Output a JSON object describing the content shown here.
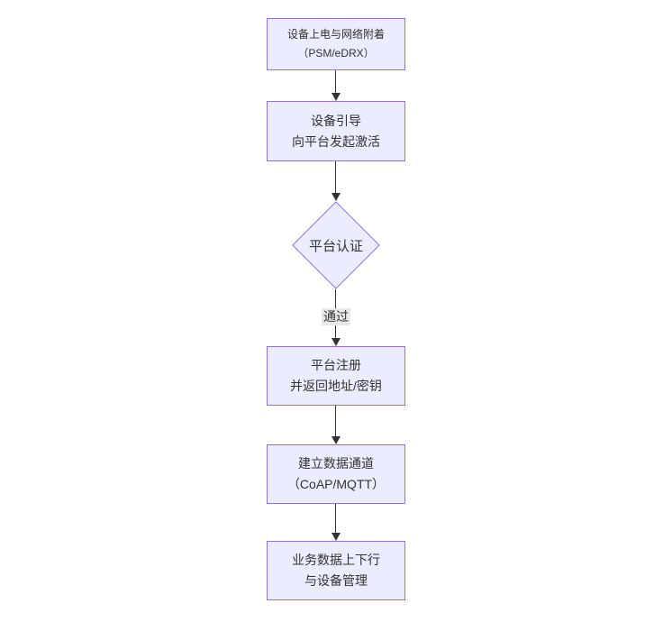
{
  "diagram": {
    "type": "flowchart-top-down",
    "colors": {
      "canvas_bg": "#ffffff",
      "node_fill": "#ececff",
      "node_border": "#9370db",
      "text_color": "#333333",
      "arrow_color": "#333333",
      "edge_label_bg": "#e8e8e8"
    },
    "nodes": [
      {
        "id": "power-attach",
        "shape": "rect",
        "lines": [
          "设备上电与网络附着",
          "（PSM/eDRX）"
        ]
      },
      {
        "id": "bootstrap",
        "shape": "rect",
        "lines": [
          "设备引导",
          "向平台发起激活"
        ]
      },
      {
        "id": "platform-auth",
        "shape": "diamond",
        "lines": [
          "平台认证"
        ]
      },
      {
        "id": "platform-register",
        "shape": "rect",
        "lines": [
          "平台注册",
          "并返回地址/密钥"
        ]
      },
      {
        "id": "data-channel",
        "shape": "rect",
        "lines": [
          "建立数据通道",
          "（CoAP/MQTT）"
        ]
      },
      {
        "id": "business-data",
        "shape": "rect",
        "lines": [
          "业务数据上下行",
          "与设备管理"
        ]
      }
    ],
    "edges": [
      {
        "from": "power-attach",
        "to": "bootstrap",
        "label": ""
      },
      {
        "from": "bootstrap",
        "to": "platform-auth",
        "label": ""
      },
      {
        "from": "platform-auth",
        "to": "platform-register",
        "label": "通过"
      },
      {
        "from": "platform-register",
        "to": "data-channel",
        "label": ""
      },
      {
        "from": "data-channel",
        "to": "business-data",
        "label": ""
      }
    ]
  }
}
